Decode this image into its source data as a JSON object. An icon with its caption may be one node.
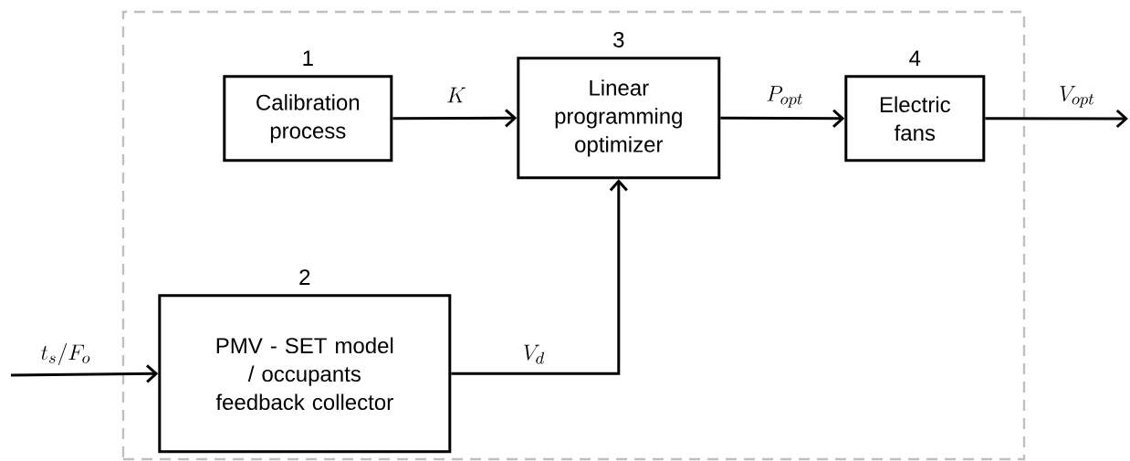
{
  "diagram": {
    "nodes": [
      {
        "text": [],
        "shape": "box"
      },
      {
        "text": [
          "Calibration process"
        ],
        "in": 0,
        "beside": [
          "1"
        ]
      },
      {
        "text": [
          "PMV - SET model / occupants feedback collector"
        ],
        "in": 0,
        "beside": [
          "2"
        ]
      },
      {
        "text": [
          "Linear programming optimizer"
        ],
        "in": 0,
        "beside": [
          "3"
        ]
      },
      {
        "text": [
          "Electric fans"
        ],
        "in": 0,
        "beside": [
          "4"
        ]
      }
    ],
    "edges": [
      {
        "from": null,
        "to": 2,
        "arrow": "to",
        "label": "t_s/F_o"
      },
      {
        "from": 1,
        "to": 3,
        "arrow": "to",
        "label": "K"
      },
      {
        "from": 2,
        "to": 3,
        "arrow": "to",
        "label": "V_d"
      },
      {
        "from": 3,
        "to": 4,
        "arrow": "to",
        "label": "P_{opt}"
      },
      {
        "from": 4,
        "to": null,
        "arrow": "to",
        "label": "V_{opt}"
      }
    ]
  }
}
